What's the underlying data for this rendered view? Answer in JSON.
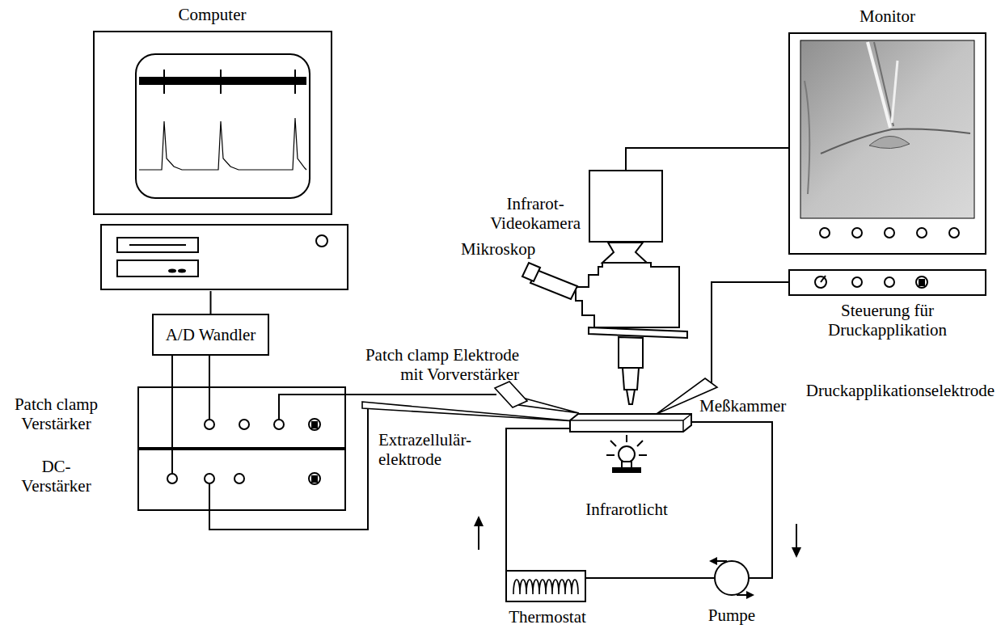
{
  "diagram": {
    "nodes": [
      {
        "text": [
          "Computer"
        ]
      },
      {
        "text": [
          "A/D Wandler"
        ]
      },
      {
        "text": [
          "Patch clamp Verstärker"
        ]
      },
      {
        "text": [
          "DC- Verstärker"
        ]
      },
      {
        "text": [
          "Monitor"
        ]
      },
      {
        "text": [
          "Steuerung für Druckapplikation"
        ]
      },
      {
        "text": [
          "Infrarot- Videokamera"
        ]
      },
      {
        "text": [
          "Meßkammer"
        ]
      },
      {
        "text": [
          "Thermostat"
        ]
      },
      {
        "text": [
          "Pumpe"
        ]
      }
    ],
    "edges": [
      {
        "from": 0,
        "to": 1,
        "arrow": "none"
      },
      {
        "from": 1,
        "to": 2,
        "arrow": "none"
      },
      {
        "from": 1,
        "to": 3,
        "arrow": "none"
      },
      {
        "from": 6,
        "to": 4,
        "arrow": "none"
      },
      {
        "from": 7,
        "to": 9,
        "arrow": "none"
      },
      {
        "from": 9,
        "to": 8,
        "arrow": "none"
      },
      {
        "from": 8,
        "to": 7,
        "arrow": "none"
      }
    ],
    "labels": [
      "Patch clamp Elektrode mit Vorverstärker",
      "Extrazellulär- elektrode",
      "Mikroskop",
      "Druckapplikationselektrode",
      "Infrarotlicht"
    ]
  }
}
